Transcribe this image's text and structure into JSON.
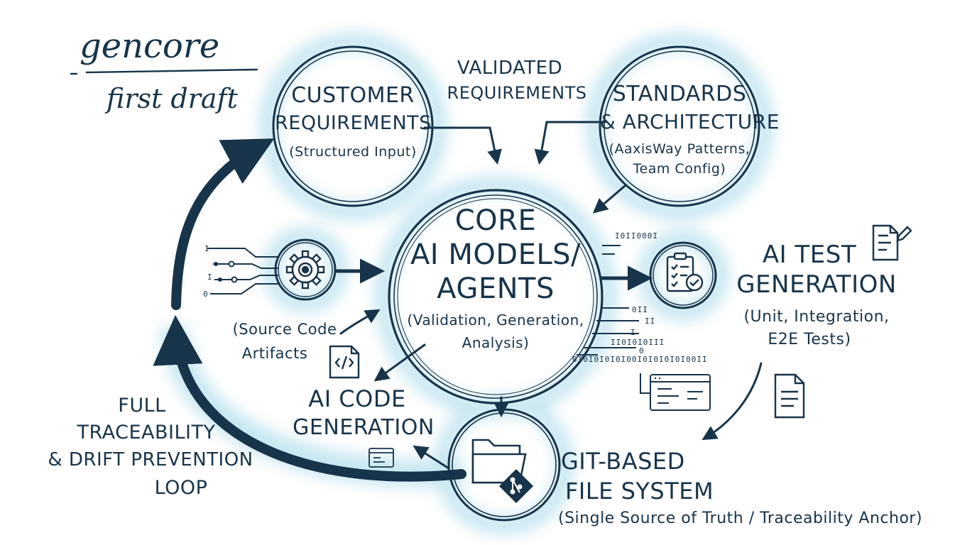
{
  "brand": {
    "name": "gencore",
    "tagline": "first draft"
  },
  "nodes": {
    "customer": {
      "line1": "CUSTOMER",
      "line2": "REQUIREMENTS",
      "sub": "(Structured Input)"
    },
    "standards": {
      "line1": "STANDARDS",
      "line2": "& ARCHITECTURE",
      "sub1": "(AaxisWay Patterns,",
      "sub2": "Team Config)"
    },
    "core": {
      "line1": "CORE",
      "line2": "AI MODELS/",
      "line3": "AGENTS",
      "sub1": "(Validation, Generation,",
      "sub2": "Analysis)"
    },
    "test": {
      "line1": "AI TEST",
      "line2": "GENERATION",
      "sub1": "(Unit, Integration,",
      "sub2": "E2E Tests)"
    },
    "git": {
      "line1": "GIT-BASED",
      "line2": "FILE SYSTEM",
      "sub": "(Single Source of Truth / Traceability Anchor)"
    },
    "code": {
      "line1": "AI CODE",
      "line2": "GENERATION"
    },
    "source": {
      "line1": "(Source Code",
      "line2": "Artifacts"
    },
    "loop": {
      "line1": "FULL",
      "line2": "TRACEABILITY",
      "line3": "& DRIFT PREVENTION",
      "line4": "LOOP"
    }
  },
  "edge_labels": {
    "validated1": "VALIDATED",
    "validated2": "REQUIREMENTS"
  },
  "binary": {
    "b1": "I0II000I",
    "b2": "0II",
    "b3": "II",
    "b4": "I",
    "b5": "II0I0I0III",
    "b6": "0",
    "b7": "0I0I0I0I0I00I0I0I0I0I00II",
    "b8": "I",
    "b9": "I",
    "b10": "0"
  },
  "icons": [
    "gear-icon",
    "checklist-icon",
    "test-document-icon",
    "code-file-icon",
    "document-icon",
    "folder-icon",
    "git-icon",
    "terminal-window-icon",
    "code-window-icon"
  ],
  "colors": {
    "ink": "#17344a",
    "glow": "#bfe3ef",
    "white": "#ffffff"
  }
}
